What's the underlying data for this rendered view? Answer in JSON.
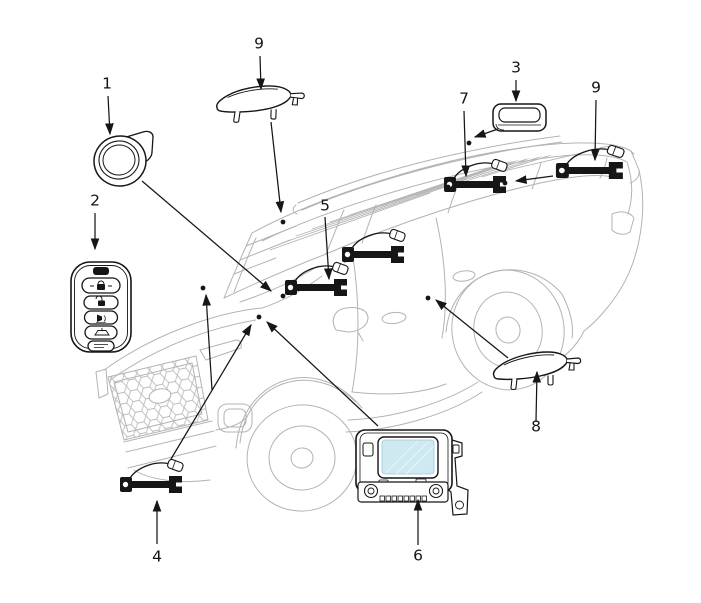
{
  "diagram": {
    "kind": "components-location-diagram",
    "vehicle_view": "suv-three-quarter-front-left",
    "colors": {
      "background": "#ffffff",
      "component_line": "#161616",
      "car_line": "#b3b3b3",
      "module_screen_fill": "#cfe9f2"
    },
    "callouts": [
      {
        "label": "1",
        "points_to": "engine-start-stop-button"
      },
      {
        "label": "2",
        "points_to": "smart-key-fob"
      },
      {
        "label": "3",
        "points_to": "outside-antenna-module"
      },
      {
        "label": "4",
        "points_to": "interior-antenna-front"
      },
      {
        "label": "5",
        "points_to": "interior-antenna-center"
      },
      {
        "label": "6",
        "points_to": "smart-key-control-module"
      },
      {
        "label": "7",
        "points_to": "interior-antenna-rear"
      },
      {
        "label": "8",
        "points_to": "rear-door-outside-handle"
      },
      {
        "label": "9",
        "points_to": "front-door-outside-handle"
      },
      {
        "label": "9",
        "points_to": "door-handle-antenna"
      }
    ],
    "key_fob": {
      "button_icons": [
        "lock-icon",
        "unlock-icon",
        "panic-icon",
        "tailgate-icon",
        "hold-icon"
      ]
    }
  }
}
